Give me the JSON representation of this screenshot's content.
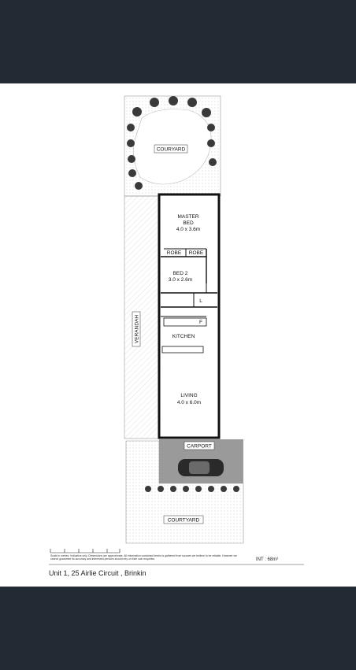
{
  "colors": {
    "band": "#222a33",
    "paper": "#ffffff",
    "wall": "#111111",
    "carport_fill": "#9a9a9a",
    "dots": "#bcbcbc"
  },
  "plan": {
    "courtyard_top": "COURYARD",
    "master_bed": "MASTER",
    "master_bed_2": "BED",
    "master_bed_dims": "4.0 x 3.6m",
    "robe_left": "ROBE",
    "robe_right": "ROBE",
    "bed2": "BED 2",
    "bed2_dims": "3.0 x 2.6m",
    "laundry": "L",
    "fridge": "F",
    "kitchen": "KITCHEN",
    "living": "LIVING",
    "living_dims": "4.0 x 6.0m",
    "verandah": "VERANDAH",
    "carport": "CARPORT",
    "courtyard_bottom": "COURTYARD"
  },
  "footer": {
    "disclaimer": "Scale in metres. Indicative only. Dimensions are approximate. All information contained herein is gathered from sources we believe to be reliable. However we cannot guarantee its accuracy and interested persons should rely on their own enquiries.",
    "int_area": "INT : 68m²",
    "address": "Unit 1, 25 Airlie Circuit , Brinkin"
  }
}
